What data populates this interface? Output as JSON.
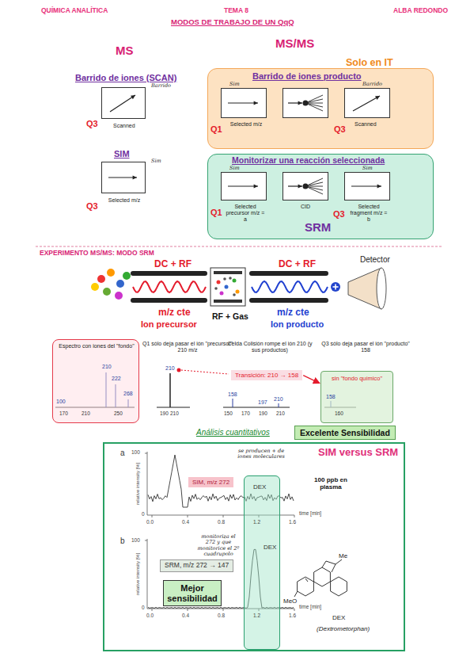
{
  "diagram": {
    "title": "MODOS DE TRABAJO DE UN QqQ",
    "nodes": [
      {
        "text": [
          "Barrido",
          "Scanned"
        ]
      },
      {
        "text": [
          "Sim",
          "Selected m/z"
        ]
      },
      {
        "text": [
          "Barrido de iones producto"
        ]
      },
      {
        "text": [
          "Sim",
          "Selected m/z"
        ],
        "in": 2
      },
      {
        "text": [
          "Barrido",
          "Scanned"
        ],
        "in": 2
      },
      {
        "text": [
          "Monitorizar una reacción seleccionada",
          "SRM"
        ]
      },
      {
        "text": [
          "Sim",
          "Selected precursor m/z = a"
        ],
        "in": 5
      },
      {
        "text": [
          "CID"
        ],
        "in": 5
      },
      {
        "text": [
          "Sim",
          "Selected fragment m/z = b"
        ],
        "in": 5
      },
      {
        "text": [
          "Espectro con iones del \"fondo\""
        ]
      },
      {
        "text": [
          "Transición: 210 → 158"
        ]
      },
      {
        "text": [
          "sin \"fondo químico\""
        ]
      },
      {
        "text": [
          "Excelente Sensibilidad"
        ]
      },
      {
        "text": [
          "SIM versus SRM"
        ]
      },
      {
        "text": [
          "SIM, m/z 272"
        ],
        "in": 13
      },
      {
        "text": [
          "DEX",
          "DEX"
        ],
        "in": 13
      },
      {
        "text": [
          "SRM, m/z 272 → 147"
        ],
        "in": 13
      },
      {
        "text": [
          "Mejor sensibilidad"
        ],
        "in": 13
      }
    ],
    "edges": [
      {
        "from": 10,
        "to": 11,
        "arrow": "to"
      }
    ],
    "labels": [
      "QUÍMICA ANALÍTICA",
      "TEMA 8",
      "ALBA REDONDO",
      "MS",
      "MS/MS",
      "Solo en IT",
      "Barrido de iones (SCAN)",
      "Q3",
      "SIM",
      "Q3",
      "Q1",
      "Q3",
      "Q1",
      "Q3",
      "EXPERIMENTO MS/MS: MODO SRM",
      "DC + RF",
      "m/z cte",
      "Ion precursor",
      "RF + Gas",
      "DC + RF",
      "m/z cte",
      "Ion producto",
      "Detector",
      "210",
      "222",
      "268",
      "100",
      "170",
      "210",
      "250",
      "Q1 sólo deja pasar el ión \"precursor\" 210 m/z",
      "210",
      "190",
      "210",
      "Celda Colisión rompe el ión 210 (y sus productos)",
      "158",
      "197",
      "210",
      "150",
      "170",
      "190",
      "210",
      "Q3 sólo deja pasar el ión \"producto\" 158",
      "158",
      "160",
      "Análisis cuantitativos",
      "a",
      "100",
      "0",
      "relative intensity [%]",
      "0.0",
      "0.4",
      "0.8",
      "1.2",
      "1.6",
      "time [min]",
      "se producen + de iones moleculares",
      "100 ppb en plasma",
      "b",
      "100",
      "0",
      "relative intensity [%]",
      "0.0",
      "0.4",
      "0.8",
      "1.2",
      "1.6",
      "time [min]",
      "monitoriza el 272 y que monitorice el 2º cuadrupolo",
      "Me",
      "MeO",
      "DEX",
      "(Dextrometorphan)"
    ]
  }
}
